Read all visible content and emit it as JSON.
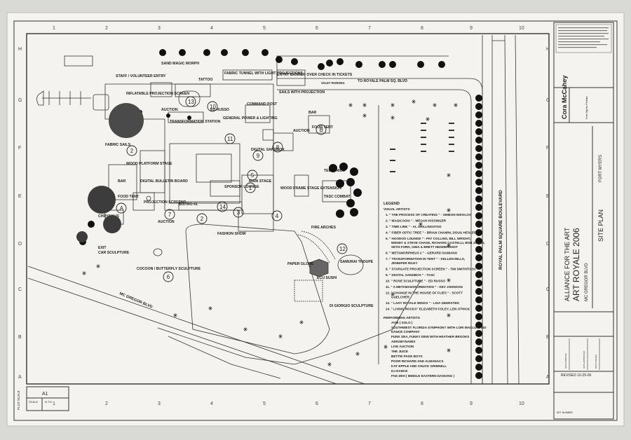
{
  "title_block": {
    "firm_name": "Cora McCahey",
    "firm_city": "Fort Myers Florida",
    "project_line1": "ALLIANCE FOR THE ART",
    "project_line2": "ART ROYALE 2006",
    "project_line3": "MC GREGOR BLVD",
    "location": "FORT MYERS",
    "sheet_title": "SITE PLAN",
    "revised": "REVISED 10-25-06",
    "date_printed": "DATE PRINTED",
    "date_approved": "DATE APPROVED",
    "date_issued": "DATE ISSUED",
    "set_number": "SET NUMBER"
  },
  "bottom_block": {
    "sheet_no": "A1",
    "scale_label": "SCALE",
    "scale_value": "N.T.S.",
    "plot_scale": "PLOT SCALE"
  },
  "grid": {
    "columns": [
      "1",
      "2",
      "3",
      "4",
      "5",
      "6",
      "7",
      "8",
      "9",
      "10"
    ],
    "rows": [
      "H",
      "G",
      "F",
      "E",
      "D",
      "C",
      "B",
      "A"
    ]
  },
  "roads": {
    "royale_palm": "ROYAL PALM SQUARE BOULEVARD",
    "mcgregor": "MC GREGOR BLVD",
    "to_royale": "TO ROYALE PALM SQ. BLVD",
    "valet": "VALET PARKING"
  },
  "site_labels": {
    "staff": "STAFF / VOLUNTEER ENTRY",
    "sand": "SAND MAGIC MORPH",
    "tattoo": "TATTOO",
    "fabric_tunnel": "FABRIC TUNNEL WITH LIGHT PROJECTIONS",
    "entry_banner": "ENTRY BANNER OVER CHECK IN TICKETS",
    "sails_proj": "SAILS WITH PROJECTION",
    "inflatable": "INFLATABLE PROJECTION SCREEN",
    "auction_top": "AUCTION",
    "ed_russo": "ED RUSSO",
    "command": "COMMAND POST",
    "transform": "TRANSFORMATION STATION",
    "general_power": "GENERAL POWER & LIGHTING",
    "bar_top": "BAR",
    "food_tent_b": "FOOD TENT",
    "auction_right": "AUCTION",
    "digital_sandbox": "DIGITAL SANDBOX",
    "fabric_sails": "FABRIC SAILS",
    "wood_platform": "WOOD PLATFORM STAGE",
    "bar_left": "BAR",
    "food_tent_a": "FOOD TENT",
    "digital_bulletin": "DIGITAL BULLETIN BOARD",
    "sponsor": "SPONSOR LOUNGE",
    "main_stage": "MAIN STAGE",
    "wood_frame": "WOOD FRAME STAGE EXTENSION",
    "tectonics": "TECTONICS",
    "tasc": "TASC COMBAT",
    "projection_screens": "PROJECTION SCREENS",
    "auction_bottom": "AUCTION",
    "chrysalis": "CHRYSALIS",
    "bistro": "BISTRO 41",
    "exit": "EXIT",
    "car_sculpture": "CAR SCULPTURE",
    "fashion_show": "FASHION SHOW",
    "paper_globe": "PAPER GLOBE",
    "ecu_sushi": "ECU SUSHI",
    "samurai": "SAMURAI TROUPE",
    "cocoon": "COCOON / BUTTERFLY SCULPTURE",
    "di_giorgio": "DI GIORGIO SCULPTURE",
    "fire_arch": "FIRE ARCHES"
  },
  "legend": {
    "heading": "LEGEND",
    "visual_heading": "VISUAL ARTISTS",
    "visual": [
      "1. \" THE PROCESS OF CREATING \" - SIMEON NIKOLOV",
      "2. \" MAGICADIA \" - MEGAN KISSINGER",
      "3. \" TIME LINE \" - AL SHILLINGSTAD",
      "4. \" FIBER OPTIC TREE \" - BRIAN CHAMIN, DOUG HESLEP",
      "5. \" HOODOO LOUNGE \" - PAT COLLINS, BILL WRIGHT, WENDY & STEVE CHASE, RICHARD CASTELLI, BOB JONES, SETH FORD, GINA & BRETT HENDERSHOT",
      "6. \" METAMORPHEUS 2 \" - GERARD DAMIANO",
      "7. \" TRANSFORMATION IN TENT \" - KELLEN MILLS, JENNIFER RILEY",
      "8. \" STARGATE PROJECTION SCREEN \" - TIM SMITH/TASC",
      "9. \" DIGITAL SANDBOX \" - TASC",
      "10. \" ROSE SCULPTURE \" - ED RUSSO",
      "11. \" A METAMANSFORMATION \" - KEV JOHNSON",
      "12. \" CHANGE IN THE HOUSE OF FLIES \" - SCOTT GUELCHER",
      "13. \" LADY ROYALE WINGS \" - LISA GEERSTEN",
      "14. \" LIVING ROCKS\" ELIZABETH FOLEY, LEN OTHICK"
    ],
    "performing_heading": "PERFORMING ARTISTS",
    "performing": [
      "AYIB ( SOLO )",
      "SOUTHWEST FLORIDA SYMPHONY WITH LORI MACLUP AND DANCE COMPANY",
      "FUNK SEA, FUNKY DEW WITH HEATHER BROOKS",
      "AEROBYNAMIX",
      "LIVE AUCTION",
      "THE JUICE",
      "BETTIE PAGE BOYS",
      "POOR RICHARD AND ALMANACS",
      "KAT EPPLE AND CHUCK GRINNELL",
      "DJ DANCE",
      "FAE-ZEH ( MIDDLE EASTERN DANCING )"
    ]
  }
}
